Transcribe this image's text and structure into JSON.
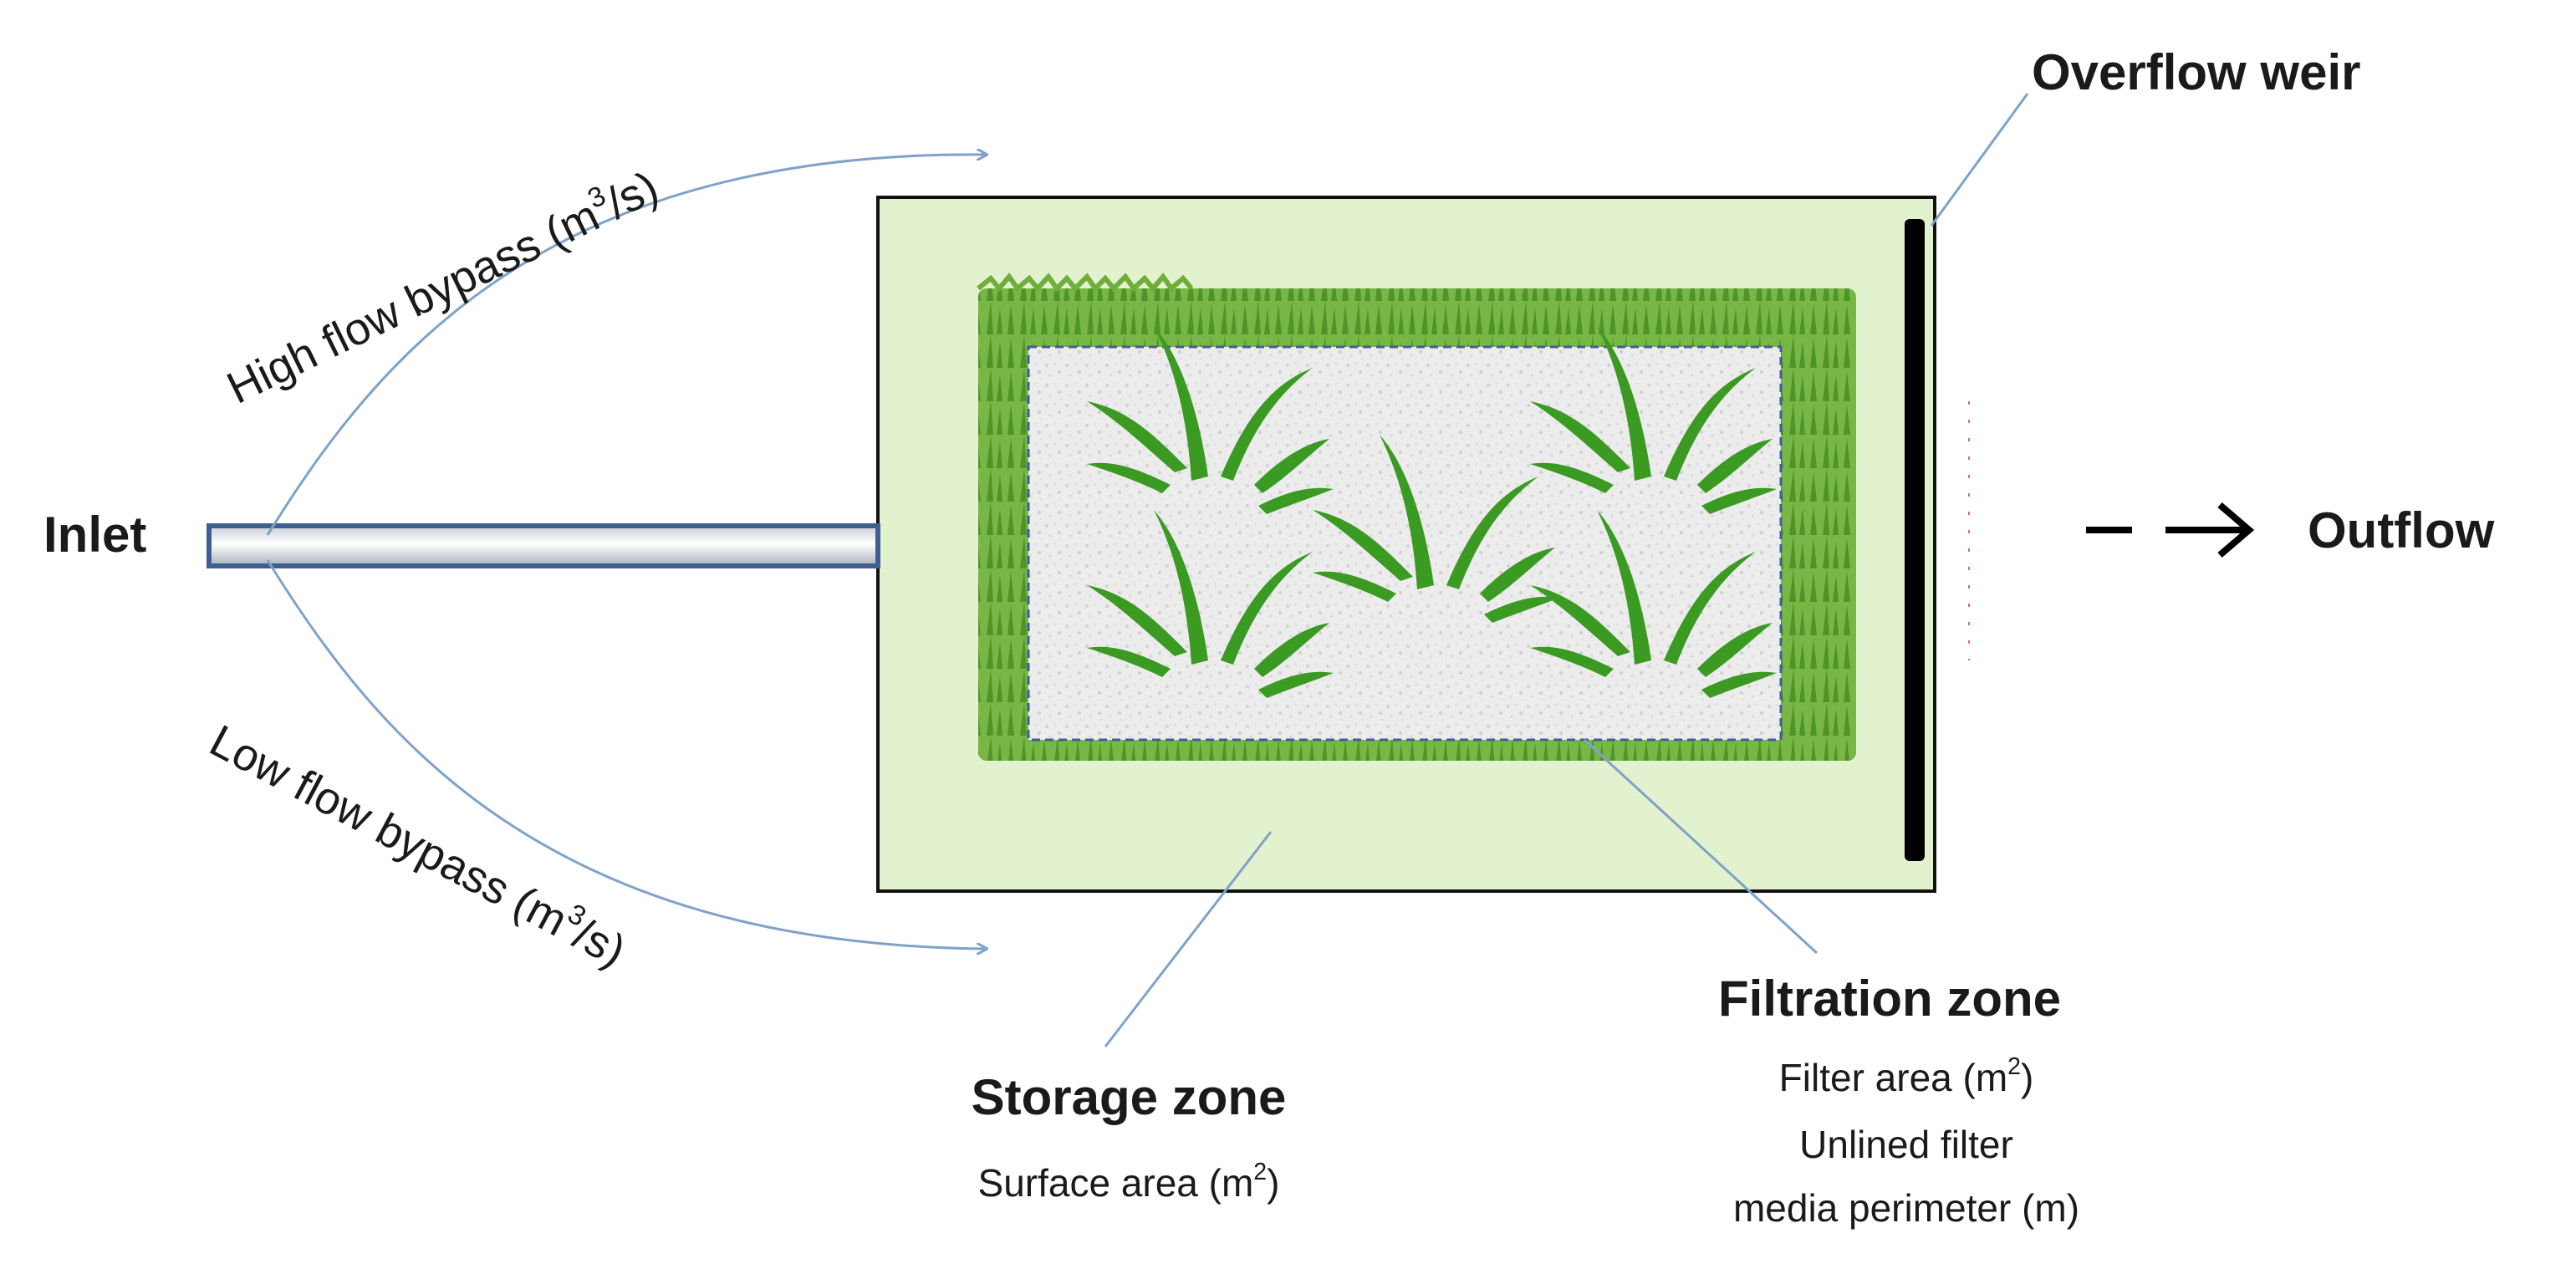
{
  "labels": {
    "inlet": "Inlet",
    "outflow": "Outflow",
    "overflow_weir": "Overflow weir",
    "high_flow_bypass": {
      "text": "High flow bypass (m",
      "sup": "3",
      "tail": "/s)"
    },
    "low_flow_bypass": {
      "text": "Low flow bypass (m",
      "sup": "3",
      "tail": "/s)"
    },
    "storage_zone": {
      "title": "Storage zone",
      "surface_area": {
        "text": "Surface area (m",
        "sup": "2",
        "tail": ")"
      }
    },
    "filtration_zone": {
      "title": "Filtration zone",
      "filter_area": {
        "text": "Filter area (m",
        "sup": "2",
        "tail": ")"
      },
      "perimeter_line1": "Unlined filter",
      "perimeter_line2": "media perimeter (m)"
    }
  },
  "colors": {
    "storage_fill": "#e2f2cf",
    "grass_border": "#6fae3a",
    "grass_dark": "#3f8a1f",
    "filter_fill": "#eeeeee",
    "plant_green": "#3b9a22",
    "arrow_blue": "#7fa2c9",
    "inlet_pipe_edge": "#3f5f93",
    "weir_black": "#000000"
  },
  "icons": {
    "plant_clumps": "grass-clump-icon",
    "outflow_arrow": "dashed-arrow-icon"
  }
}
